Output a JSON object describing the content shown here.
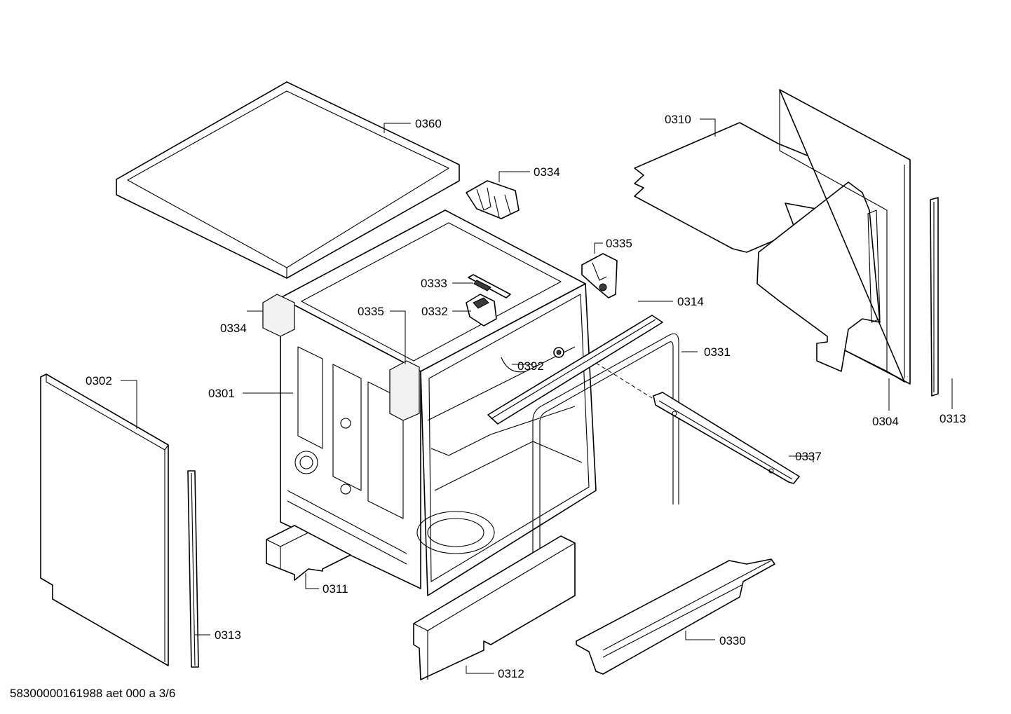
{
  "document_code": "58300000161988 aet 000 a 3/6",
  "callouts": {
    "c0360": "0360",
    "c0334_top": "0334",
    "c0334_left": "0334",
    "c0335_right": "0335",
    "c0335_mid": "0335",
    "c0333": "0333",
    "c0332": "0332",
    "c0310": "0310",
    "c0314": "0314",
    "c0331": "0331",
    "c0392": "0392",
    "c0301": "0301",
    "c0302": "0302",
    "c0304": "0304",
    "c0313_right": "0313",
    "c0313_left": "0313",
    "c0337": "0337",
    "c0311": "0311",
    "c0312": "0312",
    "c0330": "0330"
  }
}
